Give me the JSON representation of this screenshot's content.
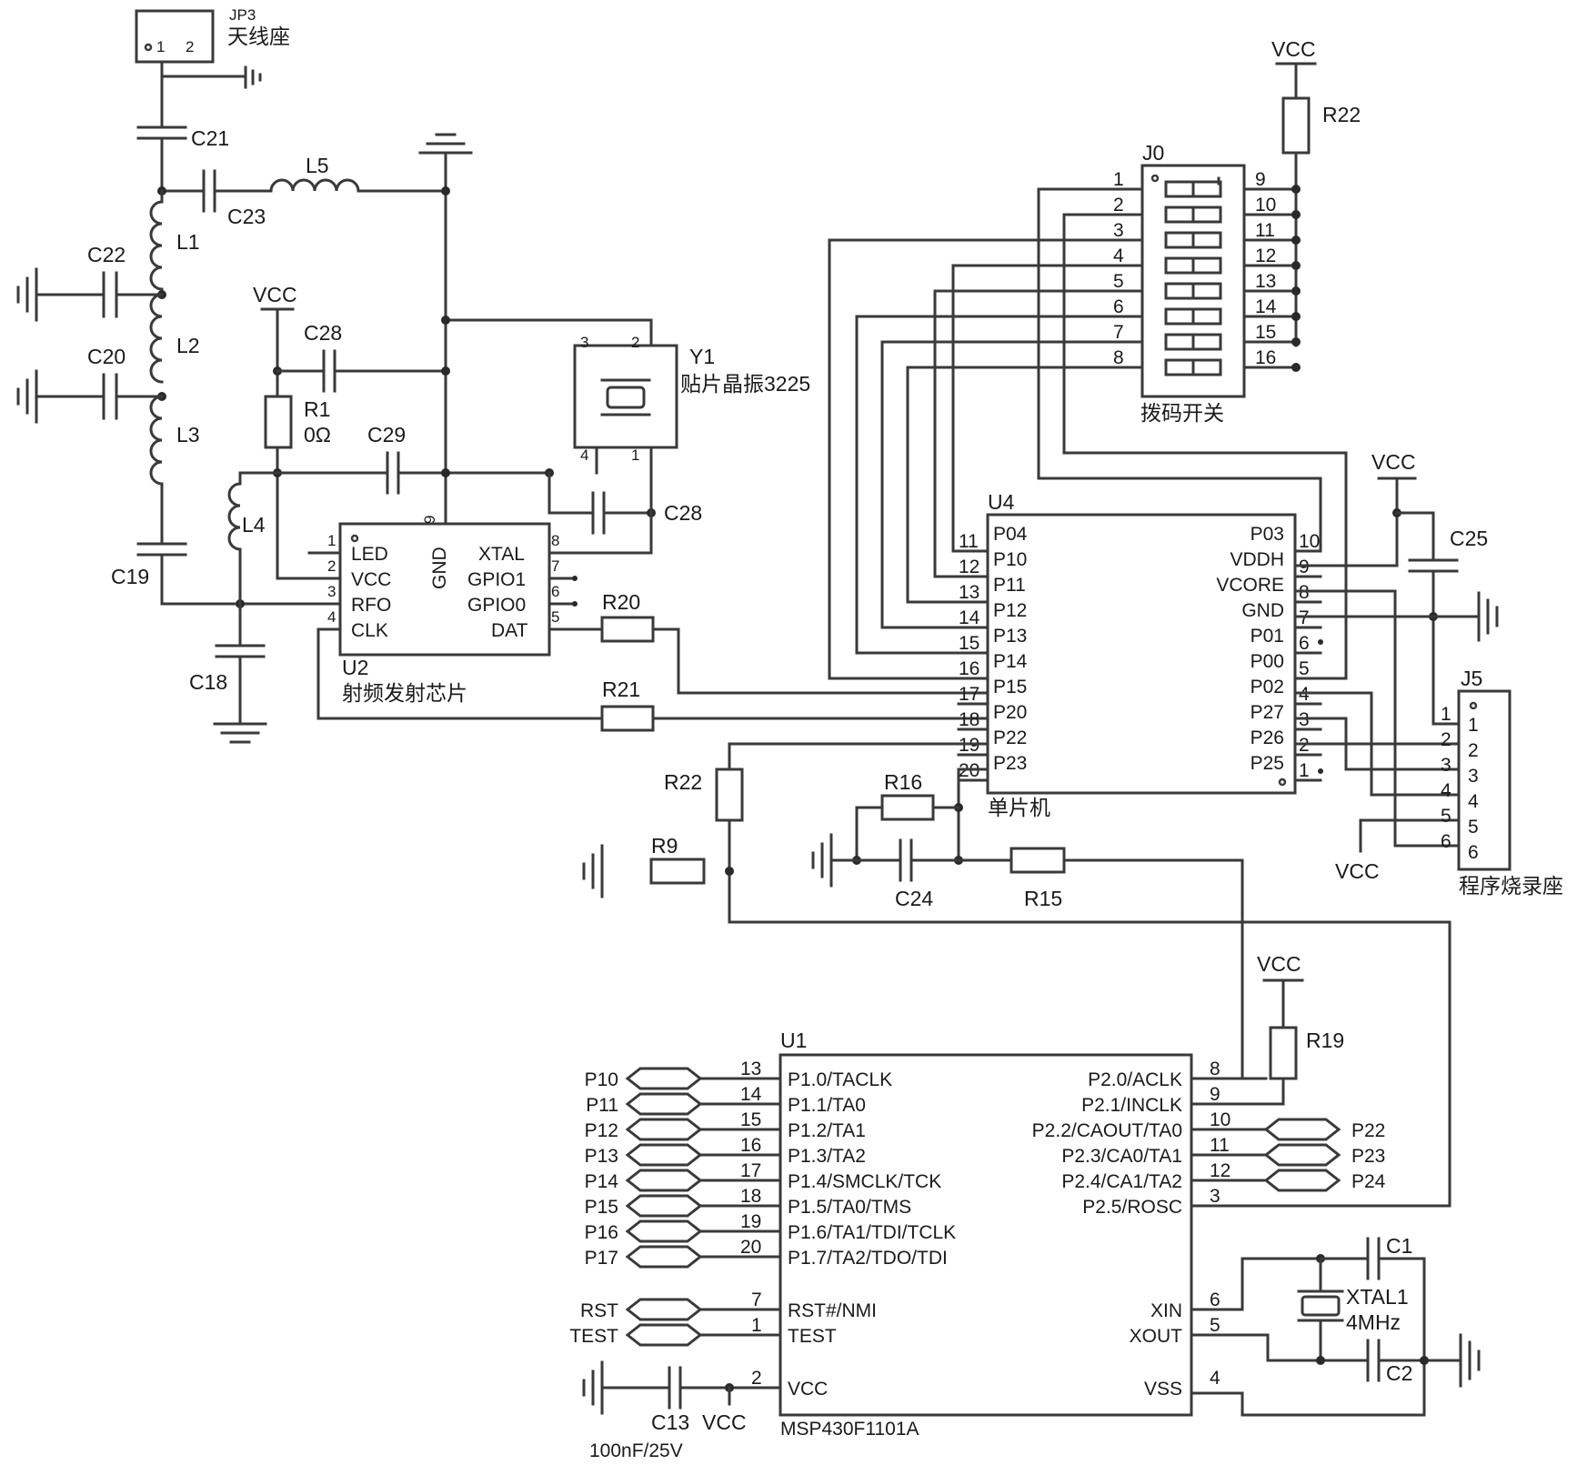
{
  "antenna": {
    "ref": "JP3",
    "name": "天线座",
    "pin1": "1",
    "pin2": "2"
  },
  "power": {
    "vcc": "VCC"
  },
  "rf": {
    "c21": "C21",
    "c23": "C23",
    "l5": "L5",
    "c22": "C22",
    "c20": "C20",
    "l1": "L1",
    "l2": "L2",
    "l3": "L3",
    "c19": "C19",
    "l4": "L4",
    "c18": "C18",
    "c28a": "C28",
    "c28b": "C28",
    "r1": "R1",
    "r1_value": "0Ω",
    "c29": "C29",
    "y1": "Y1",
    "y1_desc": "贴片晶振3225",
    "y1_p1": "1",
    "y1_p2": "2",
    "y1_p3": "3",
    "y1_p4": "4",
    "r20": "R20",
    "r21": "R21"
  },
  "u2": {
    "ref": "U2",
    "desc": "射频发射芯片",
    "gnd": "GND",
    "gnd_pin": "9",
    "left": [
      {
        "num": "1",
        "name": "LED"
      },
      {
        "num": "2",
        "name": "VCC"
      },
      {
        "num": "3",
        "name": "RFO"
      },
      {
        "num": "4",
        "name": "CLK"
      }
    ],
    "right": [
      {
        "num": "8",
        "name": "XTAL"
      },
      {
        "num": "7",
        "name": "GPIO1"
      },
      {
        "num": "6",
        "name": "GPIO0"
      },
      {
        "num": "5",
        "name": "DAT"
      }
    ]
  },
  "j0": {
    "ref": "J0",
    "desc": "拨码开关",
    "left": [
      "1",
      "2",
      "3",
      "4",
      "5",
      "6",
      "7",
      "8"
    ],
    "right": [
      "9",
      "10",
      "11",
      "12",
      "13",
      "14",
      "15",
      "16"
    ],
    "r22": "R22"
  },
  "u4": {
    "ref": "U4",
    "desc": "单片机",
    "left": [
      {
        "num": "11",
        "name": "P04"
      },
      {
        "num": "12",
        "name": "P10"
      },
      {
        "num": "13",
        "name": "P11"
      },
      {
        "num": "14",
        "name": "P12"
      },
      {
        "num": "15",
        "name": "P13"
      },
      {
        "num": "16",
        "name": "P14"
      },
      {
        "num": "17",
        "name": "P15"
      },
      {
        "num": "18",
        "name": "P20"
      },
      {
        "num": "19",
        "name": "P22"
      },
      {
        "num": "20",
        "name": "P23"
      }
    ],
    "right": [
      {
        "num": "10",
        "name": "P03"
      },
      {
        "num": "9",
        "name": "VDDH"
      },
      {
        "num": "8",
        "name": "VCORE"
      },
      {
        "num": "7",
        "name": "GND"
      },
      {
        "num": "6",
        "name": "P01"
      },
      {
        "num": "5",
        "name": "P00"
      },
      {
        "num": "4",
        "name": "P02"
      },
      {
        "num": "3",
        "name": "P27"
      },
      {
        "num": "2",
        "name": "P26"
      },
      {
        "num": "1",
        "name": "P25"
      }
    ]
  },
  "c25": "C25",
  "j5": {
    "ref": "J5",
    "desc": "程序烧录座",
    "outer": [
      "1",
      "2",
      "3",
      "4",
      "5",
      "6"
    ],
    "inner": [
      "1",
      "2",
      "3",
      "4",
      "5",
      "6"
    ]
  },
  "mid": {
    "r22": "R22",
    "r9": "R9",
    "r16": "R16",
    "c24": "C24",
    "r15": "R15",
    "r19": "R19"
  },
  "u1": {
    "ref": "U1",
    "part": "MSP430F1101A",
    "left": [
      {
        "num": "13",
        "name": "P1.0/TACLK",
        "net": "P10"
      },
      {
        "num": "14",
        "name": "P1.1/TA0",
        "net": "P11"
      },
      {
        "num": "15",
        "name": "P1.2/TA1",
        "net": "P12"
      },
      {
        "num": "16",
        "name": "P1.3/TA2",
        "net": "P13"
      },
      {
        "num": "17",
        "name": "P1.4/SMCLK/TCK",
        "net": "P14"
      },
      {
        "num": "18",
        "name": "P1.5/TA0/TMS",
        "net": "P15"
      },
      {
        "num": "19",
        "name": "P1.6/TA1/TDI/TCLK",
        "net": "P16"
      },
      {
        "num": "20",
        "name": "P1.7/TA2/TDO/TDI",
        "net": "P17"
      }
    ],
    "left2": [
      {
        "num": "7",
        "name": "RST#/NMI",
        "net": "RST"
      },
      {
        "num": "1",
        "name": "TEST",
        "net": "TEST"
      }
    ],
    "vcc": {
      "num": "2",
      "name": "VCC"
    },
    "right": [
      {
        "num": "8",
        "name": "P2.0/ACLK",
        "net": ""
      },
      {
        "num": "9",
        "name": "P2.1/INCLK",
        "net": ""
      },
      {
        "num": "10",
        "name": "P2.2/CAOUT/TA0",
        "net": "P22"
      },
      {
        "num": "11",
        "name": "P2.3/CA0/TA1",
        "net": "P23"
      },
      {
        "num": "12",
        "name": "P2.4/CA1/TA2",
        "net": "P24"
      },
      {
        "num": "3",
        "name": "P2.5/ROSC",
        "net": ""
      }
    ],
    "right2": [
      {
        "num": "6",
        "name": "XIN"
      },
      {
        "num": "5",
        "name": "XOUT"
      },
      {
        "num": "4",
        "name": "VSS"
      }
    ]
  },
  "xtal": {
    "c1": "C1",
    "c2": "C2",
    "ref": "XTAL1",
    "freq": "4MHz"
  },
  "c13": {
    "ref": "C13",
    "value": "100nF/25V"
  }
}
